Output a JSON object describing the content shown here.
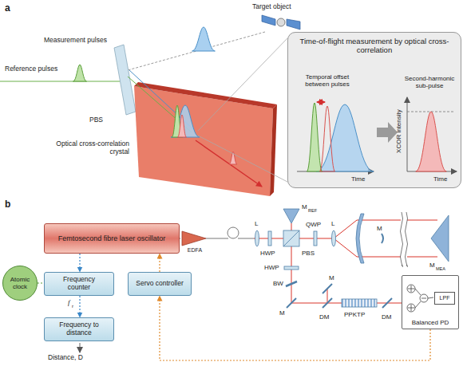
{
  "diagram": {
    "nodes": [
      {
        "text": [
          "Time-of-flight measurement by optical cross-correlation"
        ]
      },
      {
        "text": [
          "Femtosecond fibre laser oscillator"
        ]
      },
      {
        "text": [
          "EDFA"
        ]
      },
      {
        "text": [
          "Atomic clock"
        ]
      },
      {
        "text": [
          "Frequency counter"
        ]
      },
      {
        "text": [
          "Servo controller"
        ]
      },
      {
        "text": [
          "Frequency to distance"
        ]
      },
      {
        "text": [
          "Balanced PD"
        ]
      },
      {
        "text": [
          "LPF"
        ],
        "in": 7
      }
    ],
    "edges": [
      {
        "from": 1,
        "to": 2,
        "arrow": "none"
      },
      {
        "from": 1,
        "to": 4,
        "arrow": "to"
      },
      {
        "from": 3,
        "to": 4,
        "arrow": "none"
      },
      {
        "from": 5,
        "to": 1,
        "arrow": "to"
      },
      {
        "from": 4,
        "to": 6,
        "arrow": "to"
      },
      {
        "from": 7,
        "to": 5,
        "arrow": "to"
      }
    ],
    "labels": [
      "a",
      "Target object",
      "Measurement pulses",
      "Reference pulses",
      "PBS",
      "Optical cross-correlation crystal",
      "Temporal offset between pulses",
      "Second-harmonic sub-pulse",
      "Time",
      "XCOR intensity",
      "Time",
      "b",
      "M",
      "REF",
      "L",
      "HWP",
      "PBS",
      "QWP",
      "L",
      "M",
      "M",
      "MEA",
      "HWP",
      "BW",
      "M",
      "M",
      "DM",
      "PPKTP",
      "DM",
      "f",
      "r",
      "Distance, D"
    ]
  }
}
